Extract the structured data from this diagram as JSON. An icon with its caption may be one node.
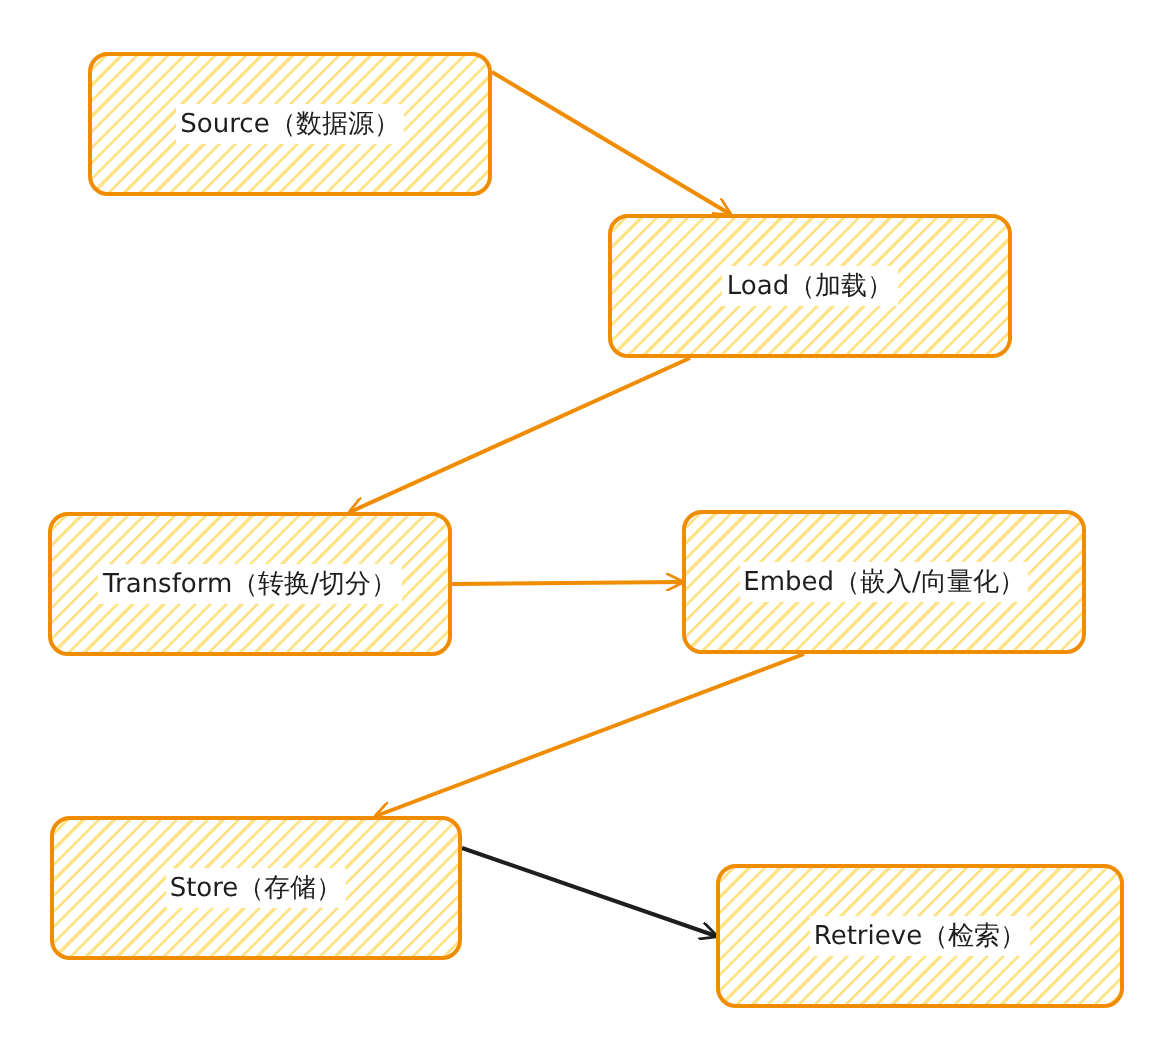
{
  "diagram": {
    "nodes": [
      {
        "text": [
          "Source（数据源）"
        ]
      },
      {
        "text": [
          "Load（加载）"
        ]
      },
      {
        "text": [
          "Transform（转换/切分）"
        ]
      },
      {
        "text": [
          "Embed（嵌入/向量化）"
        ]
      },
      {
        "text": [
          "Store（存储）"
        ]
      },
      {
        "text": [
          "Retrieve（检索）"
        ]
      }
    ],
    "edges": [
      {
        "from": 0,
        "to": 1,
        "arrow": "to"
      },
      {
        "from": 1,
        "to": 2,
        "arrow": "to"
      },
      {
        "from": 2,
        "to": 3,
        "arrow": "to"
      },
      {
        "from": 3,
        "to": 4,
        "arrow": "to"
      },
      {
        "from": 4,
        "to": 5,
        "arrow": "to",
        "color": "#1e1e1e"
      }
    ]
  }
}
